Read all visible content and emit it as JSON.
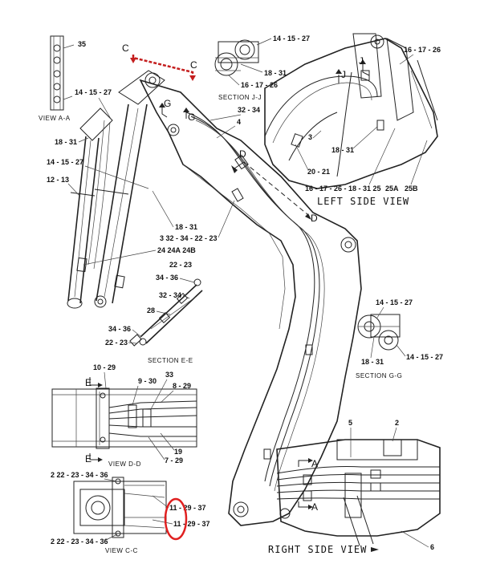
{
  "colors": {
    "ink": "#222222",
    "callout_red": "#e02020",
    "background": "#ffffff"
  },
  "captions": {
    "view_aa": "VIEW A-A",
    "section_jj": "SECTION J-J",
    "section_ee": "SECTION E-E",
    "section_gg": "SECTION G-G",
    "view_dd": "VIEW D-D",
    "view_cc": "VIEW C-C",
    "left_side_view": "LEFT SIDE VIEW",
    "right_side_view": "RIGHT SIDE VIEW"
  },
  "section_letters": {
    "c1": "C",
    "c2": "C",
    "g1": "G",
    "g2": "G",
    "j1": "J",
    "j2": "J",
    "d1": "D",
    "d2": "D",
    "e1": "E",
    "e2": "E",
    "a1": "A",
    "a2": "A"
  },
  "callouts": {
    "n35": "35",
    "n14_15_27_a": "14 - 15 - 27",
    "n18_31_a": "18 - 31",
    "n14_15_27_b": "14 - 15 - 27",
    "n12_13": "12 - 13",
    "n14_15_27_jj": "14 - 15 - 27",
    "n18_31_jj": "18 - 31",
    "n16_17_26_jj": "16 - 17 - 26",
    "n32_34_top": "32 - 34",
    "n4": "4",
    "n16_17_26_top": "16 - 17 - 26",
    "n3_left": "3",
    "n18_31_left": "18 - 31",
    "n20_21": "20 - 21",
    "n16_17_26_18_31_25": "16 - 17 - 26 - 18 - 31 25",
    "n25a": "25A",
    "n25b": "25B",
    "n18_31_mid": "18 - 31",
    "n3_32_34_22_23": "3  32 - 34 - 22 - 23",
    "n24_24a_24b": "24  24A  24B",
    "n22_23_e": "22 - 23",
    "n34_36_e1": "34 - 36",
    "n32_34_e": "32 - 34",
    "n28": "28",
    "n34_36_e2": "34 - 36",
    "n22_23_e2": "22 - 23",
    "n14_15_27_gg1": "14 - 15 - 27",
    "n18_31_gg": "18 - 31",
    "n14_15_27_gg2": "14 - 15 - 27",
    "n10_29": "10 - 29",
    "n9_30": "9 - 30",
    "n33": "33",
    "n8_29": "8 - 29",
    "n19": "19",
    "n7_29": "7 - 29",
    "n2_22_23_34_36_a": "2  22 - 23 - 34 - 36",
    "n11_29_37_a": "11 - 29 - 37",
    "n11_29_37_b": "11 - 29 - 37",
    "n2_22_23_34_36_b": "2  22 - 23 - 34 - 36",
    "n5": "5",
    "n2": "2",
    "n6": "6"
  }
}
